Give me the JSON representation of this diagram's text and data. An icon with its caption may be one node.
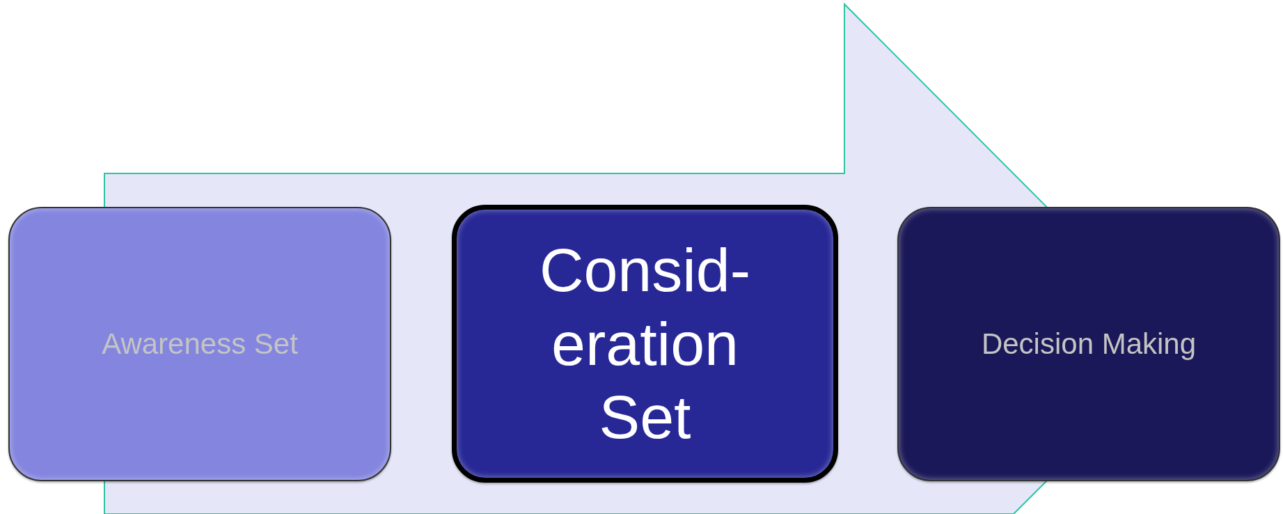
{
  "diagram": {
    "nodes": [
      {
        "text": [
          "Awareness Set"
        ]
      },
      {
        "text": [
          "Consid- eration Set"
        ]
      },
      {
        "text": [
          "Decision Making"
        ]
      }
    ]
  }
}
